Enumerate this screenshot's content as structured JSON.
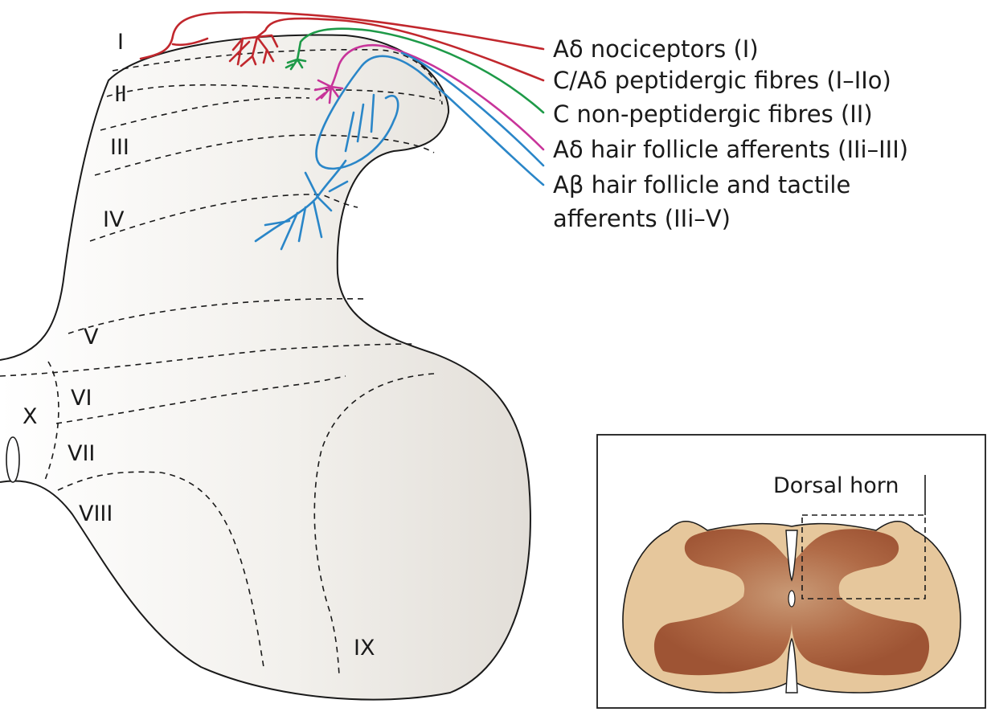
{
  "laminae": [
    "I",
    "II",
    "III",
    "IV",
    "V",
    "VI",
    "VII",
    "VIII",
    "IX",
    "X"
  ],
  "fibres": [
    {
      "label": "Aδ nociceptors (I)",
      "color": "#c1272d"
    },
    {
      "label": "C/Aδ peptidergic fibres (I–IIo)",
      "color": "#c1272d"
    },
    {
      "label": "C non-peptidergic fibres (II)",
      "color": "#1e9a48"
    },
    {
      "label": "Aδ hair follicle afferents (IIi–III)",
      "color": "#c8349a"
    },
    {
      "label_line1": "Aβ hair follicle and tactile",
      "label_line2": "afferents  (IIi–V)",
      "color": "#2a86c8"
    }
  ],
  "inset": {
    "label": "Dorsal horn"
  },
  "colors": {
    "grey_matter_fill": "#ece9e4",
    "white_matter": "#e6c79c",
    "grey_matter_dark": "#a55a3a",
    "grey_matter_center": "#c79a78"
  }
}
